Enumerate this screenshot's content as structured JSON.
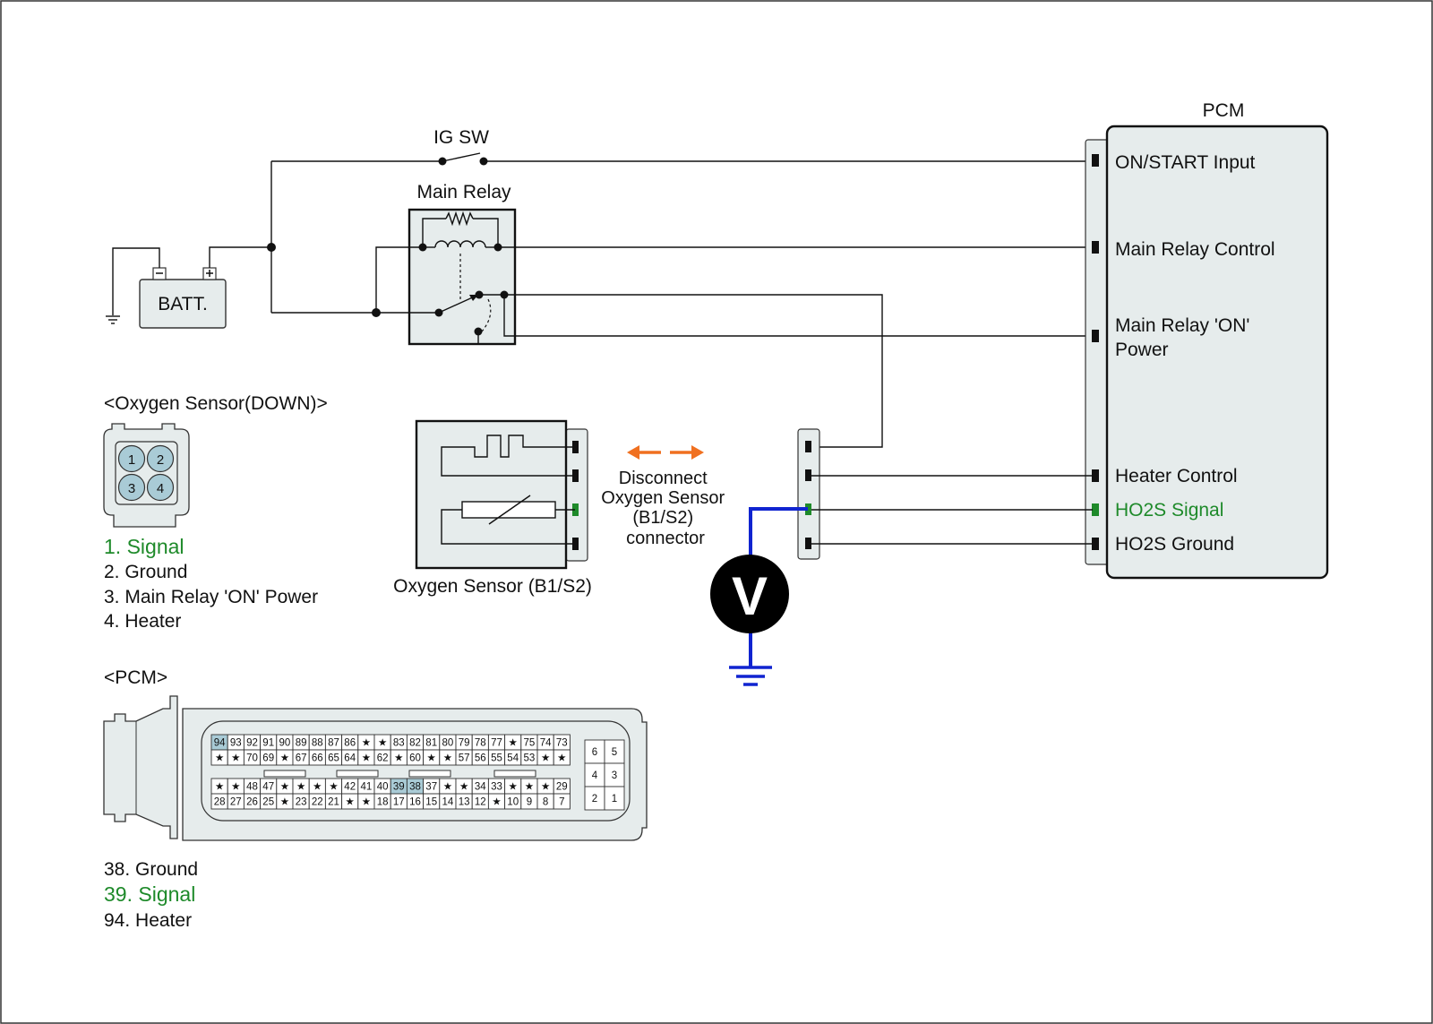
{
  "labels": {
    "ig_sw": "IG SW",
    "main_relay": "Main Relay",
    "batt": "BATT.",
    "pcm_title": "PCM",
    "disconnect": [
      "Disconnect",
      "Oxygen Sensor",
      "(B1/S2)",
      "connector"
    ],
    "oxygen_sensor_caption": "Oxygen Sensor (B1/S2)",
    "voltmeter": "V"
  },
  "pcm_terminals": {
    "on_start": "ON/START Input",
    "main_relay_control": "Main Relay Control",
    "main_relay_on_power_1": "Main Relay 'ON'",
    "main_relay_on_power_2": "Power",
    "heater_control": "Heater Control",
    "ho2s_signal": "HO2S  Signal",
    "ho2s_ground": "HO2S  Ground"
  },
  "oxygen_connector": {
    "title": "<Oxygen Sensor(DOWN)>",
    "pins": [
      "1",
      "2",
      "3",
      "4"
    ],
    "legend": [
      "1. Signal",
      "2. Ground",
      "3. Main Relay 'ON' Power",
      "4. Heater"
    ]
  },
  "pcm_connector": {
    "title": "<PCM>",
    "row1": [
      "94",
      "93",
      "92",
      "91",
      "90",
      "89",
      "88",
      "87",
      "86",
      "★",
      "★",
      "83",
      "82",
      "81",
      "80",
      "79",
      "78",
      "77",
      "★",
      "75",
      "74",
      "73"
    ],
    "row2": [
      "★",
      "★",
      "70",
      "69",
      "★",
      "67",
      "66",
      "65",
      "64",
      "★",
      "62",
      "★",
      "60",
      "★",
      "★",
      "57",
      "56",
      "55",
      "54",
      "53",
      "★",
      "★"
    ],
    "row3": [
      "★",
      "★",
      "48",
      "47",
      "★",
      "★",
      "★",
      "★",
      "42",
      "41",
      "40",
      "39",
      "38",
      "37",
      "★",
      "★",
      "34",
      "33",
      "★",
      "★",
      "★",
      "29"
    ],
    "row4": [
      "28",
      "27",
      "26",
      "25",
      "★",
      "23",
      "22",
      "21",
      "★",
      "★",
      "18",
      "17",
      "16",
      "15",
      "14",
      "13",
      "12",
      "★",
      "10",
      "9",
      "8",
      "7"
    ],
    "side_pins": [
      "6",
      "5",
      "4",
      "3",
      "2",
      "1"
    ],
    "highlighted": [
      "94",
      "39",
      "38"
    ],
    "legend": [
      "38. Ground",
      "39. Signal",
      "94. Heater"
    ]
  },
  "colors": {
    "signal_text": "#1e8a2a",
    "probe_wire": "#1024d0",
    "arrow": "#f07020",
    "box_fill": "#e6ecec",
    "pin_highlight": "#a9cbd6"
  }
}
